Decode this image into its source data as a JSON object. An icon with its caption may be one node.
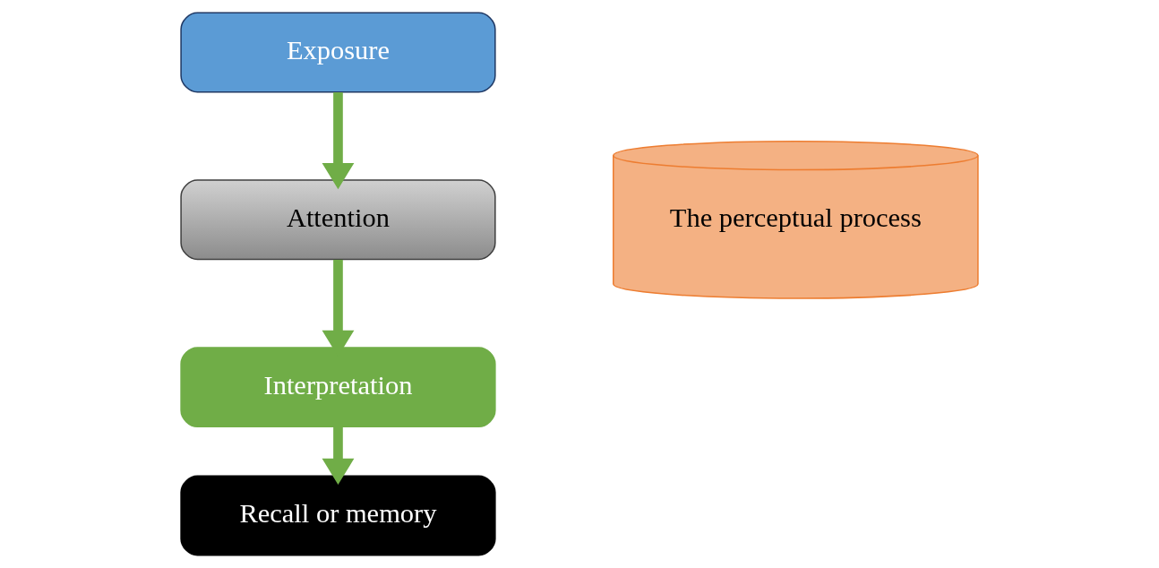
{
  "diagram": {
    "nodes": [
      {
        "text": [
          "Exposure"
        ]
      },
      {
        "text": [
          "Attention"
        ]
      },
      {
        "text": [
          "Interpretation"
        ]
      },
      {
        "text": [
          "Recall or memory"
        ]
      },
      {
        "text": [
          "The perceptual process"
        ]
      }
    ],
    "edges": [
      {
        "from": 0,
        "to": 1,
        "arrow": "to"
      },
      {
        "from": 1,
        "to": 2,
        "arrow": "to"
      },
      {
        "from": 2,
        "to": 3,
        "arrow": "to"
      }
    ]
  }
}
